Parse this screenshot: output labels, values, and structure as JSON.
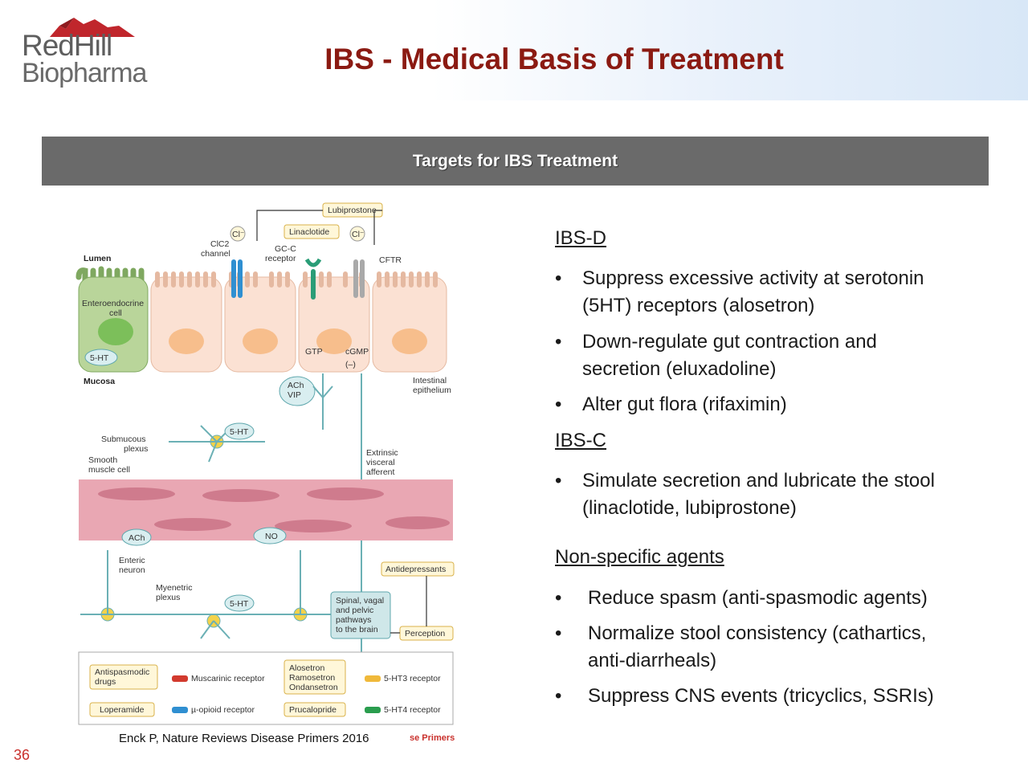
{
  "header": {
    "logo_line1": "RedHill",
    "logo_line2": "Biopharma",
    "title": "IBS - Medical Basis of Treatment"
  },
  "section": {
    "title": "Targets for IBS Treatment"
  },
  "figure": {
    "labels": {
      "lubiprostone": "Lubiprostone",
      "linaclotide": "Linaclotide",
      "cl1": "Cl⁻",
      "cl2": "Cl⁻",
      "clc2_1": "ClC2",
      "clc2_2": "channel",
      "gcc_1": "GC-C",
      "gcc_2": "receptor",
      "cftr": "CFTR",
      "lumen": "Lumen",
      "entero_1": "Enteroendocrine",
      "entero_2": "cell",
      "ht5_a": "5-HT",
      "gtp": "GTP",
      "cgmp": "cGMP",
      "minus": "(–)",
      "mucosa": "Mucosa",
      "ach_vip_1": "ACh",
      "ach_vip_2": "VIP",
      "epith_1": "Intestinal",
      "epith_2": "epithelium",
      "ht5_b": "5-HT",
      "submucous_1": "Submucous",
      "submucous_2": "plexus",
      "smooth_1": "Smooth",
      "smooth_2": "muscle cell",
      "extrinsic_1": "Extrinsic",
      "extrinsic_2": "visceral",
      "extrinsic_3": "afferent",
      "ach": "ACh",
      "no": "NO",
      "enteric_1": "Enteric",
      "enteric_2": "neuron",
      "antidepressants": "Antidepressants",
      "myenteric_1": "Myenetric",
      "myenteric_2": "plexus",
      "ht5_c": "5-HT",
      "spinal_1": "Spinal, vagal",
      "spinal_2": "and pelvic",
      "spinal_3": "pathways",
      "spinal_4": "to the brain",
      "perception": "Perception",
      "legend_antispasmodic_1": "Antispasmodic",
      "legend_antispasmodic_2": "drugs",
      "legend_muscarinic": "Muscarinic receptor",
      "legend_alosetron": "Alosetron",
      "legend_ramosetron": "Ramosetron",
      "legend_ondansetron": "Ondansetron",
      "legend_5ht3": "5-HT3 receptor",
      "legend_loperamide": "Loperamide",
      "legend_opioid": "µ-opioid receptor",
      "legend_prucalopride": "Prucalopride",
      "legend_5ht4": "5-HT4 receptor"
    }
  },
  "content": {
    "ibs_d_heading": "IBS-D",
    "ibs_d_bullets": [
      [
        "Suppress excessive activity at serotonin",
        "(5HT) receptors (alosetron)"
      ],
      [
        "Down-regulate gut contraction and",
        "secretion (eluxadoline)"
      ],
      [
        "Alter gut flora (rifaximin)"
      ]
    ],
    "ibs_c_heading": "IBS-C",
    "ibs_c_bullets": [
      [
        "Simulate secretion and lubricate the stool",
        "(linaclotide, lubiprostone)"
      ]
    ],
    "nonspecific_heading": "Non-specific agents",
    "nonspecific_bullets": [
      [
        "Reduce spasm (anti-spasmodic agents)"
      ],
      [
        "Normalize stool consistency (cathartics,",
        "anti-diarrheals)"
      ],
      [
        "Suppress CNS events (tricyclics, SSRIs)"
      ]
    ],
    "bullet_char": "•"
  },
  "footer": {
    "citation": "Enck P, Nature Reviews Disease Primers 2016",
    "primers": "se Primers",
    "slide_number": "36"
  }
}
